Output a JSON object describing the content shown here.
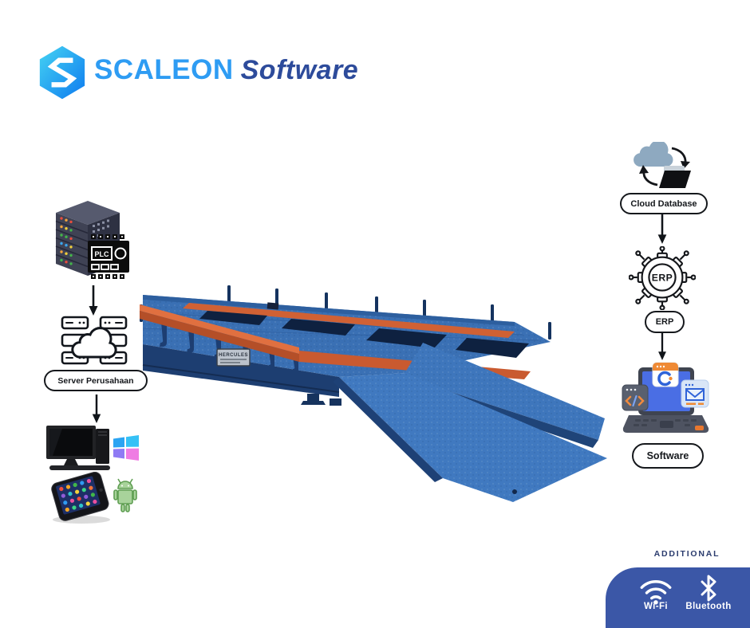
{
  "logo": {
    "brand": "SCALEON",
    "suffix": "Software",
    "icon": "hexagon-s-logo",
    "brand_color": "#2e9cf3",
    "suffix_color": "#2d4b9b"
  },
  "left_flow": {
    "icons": [
      "server-rack-icon",
      "plc-chip-icon",
      "company-server-cloud-icon",
      "desktop-computer-icon",
      "windows-logo-icon",
      "smartphone-icon",
      "android-logo-icon"
    ],
    "plc_text": "PLC",
    "server_label": "Server Perusahaan"
  },
  "center": {
    "image": "weighbridge-photo",
    "plate_text": "HERCULES",
    "deck_color": "#3a70b4",
    "accent_orange": "#cf6136"
  },
  "right_flow": {
    "cloud_icon": "cloud-database-sync-icon",
    "cloud_label": "Cloud Database",
    "erp_icon": "erp-gear-chip-icon",
    "erp_gear_text": "ERP",
    "erp_label": "ERP",
    "software_icon": "laptop-code-windows-icon",
    "software_label": "Software"
  },
  "additional": {
    "title": "ADDITIONAL",
    "panel_color": "#3b57a7",
    "title_color": "#2b3c6e",
    "items": [
      {
        "icon": "wifi-icon",
        "label": "Wi-Fi"
      },
      {
        "icon": "bluetooth-icon",
        "label": "Bluetooth"
      }
    ]
  },
  "colors": {
    "pill_border": "#15181c",
    "arrow": "#101419"
  }
}
